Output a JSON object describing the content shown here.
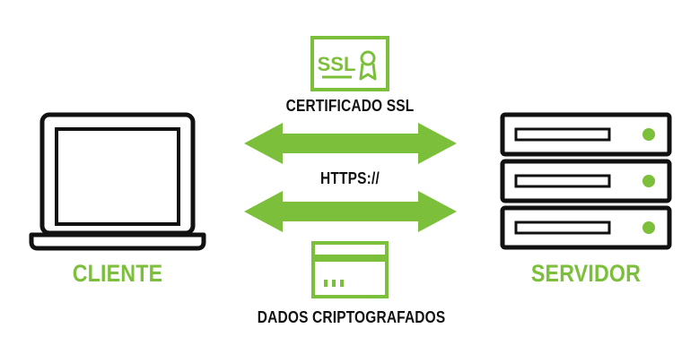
{
  "colors": {
    "accent": "#7cbf3a",
    "outline": "#111111",
    "background": "#ffffff"
  },
  "client": {
    "label": "CLIENTE",
    "icon": "laptop-icon"
  },
  "server": {
    "label": "SERVIDOR",
    "icon": "server-rack-icon"
  },
  "certificate": {
    "label": "CERTIFICADO SSL",
    "badge_text": "SSL",
    "icon": "ssl-certificate-icon"
  },
  "protocol": {
    "label": "HTTPS://"
  },
  "encrypted_data": {
    "label": "DADOS CRIPTOGRAFADOS",
    "icon": "credit-card-icon"
  }
}
